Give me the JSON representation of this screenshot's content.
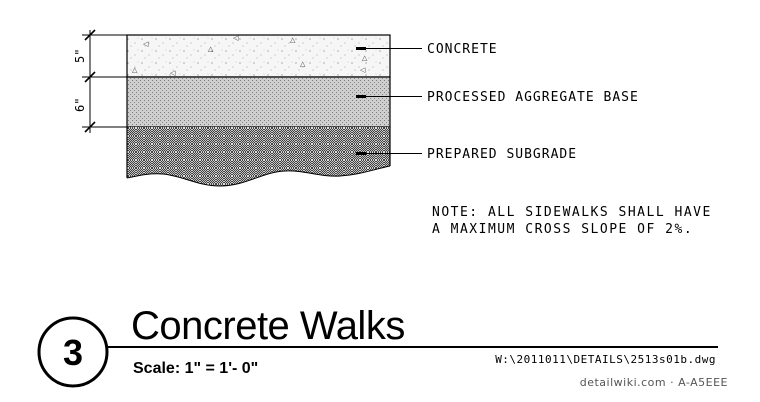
{
  "layers": [
    {
      "key": "concrete",
      "label": "CONCRETE",
      "thickness": "5\""
    },
    {
      "key": "base",
      "label": "PROCESSED AGGREGATE BASE",
      "thickness": "6\""
    },
    {
      "key": "subgrade",
      "label": "PREPARED SUBGRADE"
    }
  ],
  "note": {
    "line1": "NOTE: ALL SIDEWALKS SHALL HAVE",
    "line2": "A MAXIMUM CROSS SLOPE OF 2%."
  },
  "title_block": {
    "number": "3",
    "title": "Concrete Walks",
    "scale": "Scale: 1\" = 1'- 0\"",
    "file_path": "W:\\2011011\\DETAILS\\2513s01b.dwg",
    "credit": "detailwiki.com · A-A5EEE"
  },
  "colors": {
    "line": "#000000",
    "base_fill": "#c8c8c8",
    "concrete_fill": "#f4f4f4"
  }
}
